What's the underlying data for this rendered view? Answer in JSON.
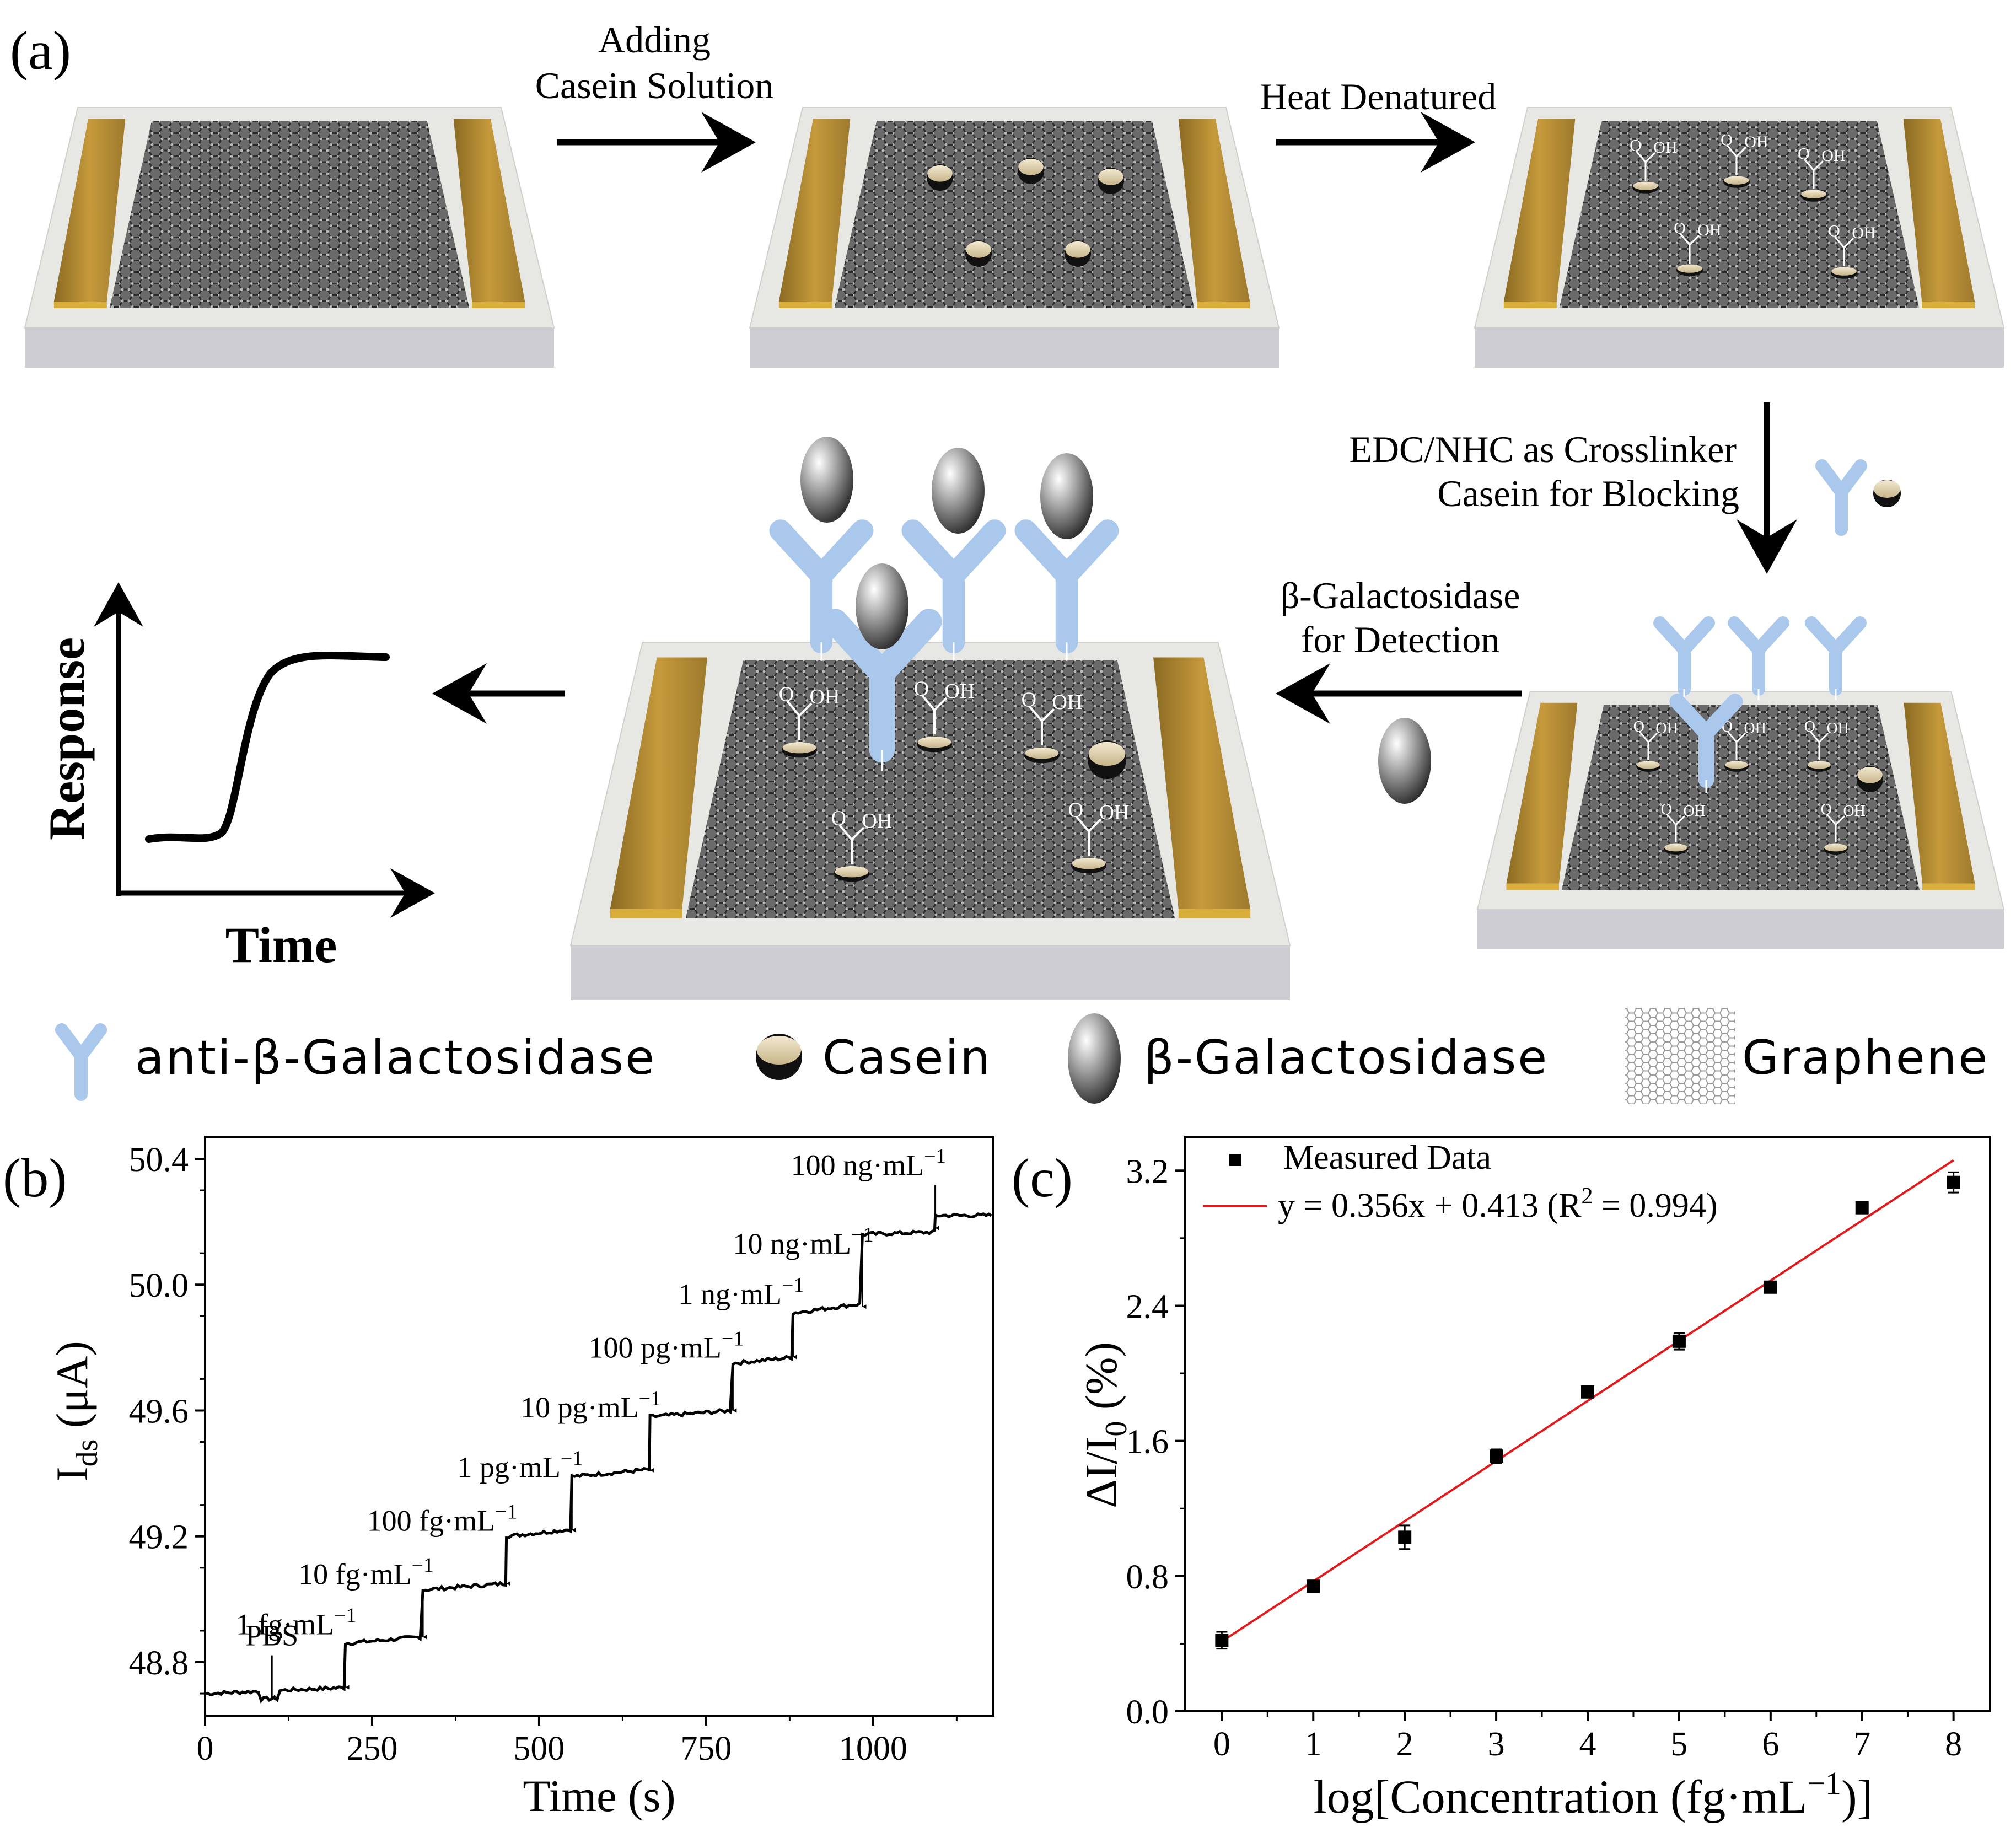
{
  "panel_a": {
    "label": "(a)",
    "step1_line1": "Adding",
    "step1_line2": "Casein Solution",
    "step2": "Heat Denatured",
    "step3_line1": "EDC/NHC as Crosslinker",
    "step3_line2": "Casein for Blocking",
    "step4_line1": "β-Galactosidase",
    "step4_line2": "for Detection",
    "response_axis": "Response",
    "time_axis": "Time",
    "cooh_o": "O",
    "cooh_oh": "OH"
  },
  "legend": {
    "antibody": "anti-β-Galactosidase",
    "casein": "Casein",
    "galactosidase": "β-Galactosidase",
    "graphene": "Graphene"
  },
  "colors": {
    "antibody": "#a9c8ec",
    "electrode": "#b48a2e",
    "substrate": "#e7e7e4",
    "graphene": "#4d4d4d",
    "fit_line": "#e3191c",
    "casein_cap": "#e3d3b0"
  },
  "chart_data": [
    {
      "panel": "(b)",
      "type": "line",
      "xlabel": "Time (s)",
      "ylabel_main": "I",
      "ylabel_sub": "ds",
      "ylabel_unit": " (μA)",
      "xlim": [
        0,
        1180
      ],
      "ylim": [
        48.63,
        50.47
      ],
      "xticks": [
        0,
        250,
        500,
        750,
        1000
      ],
      "yticks": [
        "48.8",
        "49.2",
        "49.6",
        "50.0",
        "50.4"
      ],
      "steps": [
        {
          "t": 0,
          "level": 48.7
        },
        {
          "t": 210,
          "level": 48.86
        },
        {
          "t": 326,
          "level": 49.03
        },
        {
          "t": 451,
          "level": 49.2
        },
        {
          "t": 549,
          "level": 49.39
        },
        {
          "t": 666,
          "level": 49.58
        },
        {
          "t": 790,
          "level": 49.75
        },
        {
          "t": 880,
          "level": 49.91
        },
        {
          "t": 984,
          "level": 50.16
        },
        {
          "t": 1093,
          "level": 50.22
        }
      ],
      "annotations": [
        {
          "text": "PBS",
          "t": 100
        },
        {
          "text": "1 fg·mL",
          "t": 210
        },
        {
          "text": "10 fg·mL",
          "t": 326
        },
        {
          "text": "100 fg·mL",
          "t": 451
        },
        {
          "text": "1 pg·mL",
          "t": 549
        },
        {
          "text": "10 pg·mL",
          "t": 666
        },
        {
          "text": "100 pg·mL",
          "t": 790
        },
        {
          "text": "1 ng·mL",
          "t": 880
        },
        {
          "text": "10 ng·mL",
          "t": 984
        },
        {
          "text": "100 ng·mL",
          "t": 1093
        }
      ],
      "unit_superscript": "−1"
    },
    {
      "panel": "(c)",
      "type": "scatter",
      "xlabel": "log[Concentration (fg·mL",
      "xlabel_sup": "−1",
      "xlabel_end": ")]",
      "ylabel_main": "ΔI/I",
      "ylabel_sub": "0",
      "ylabel_unit": " (%)",
      "xlim": [
        -0.4,
        8.4
      ],
      "ylim": [
        0,
        3.4
      ],
      "xticks": [
        "0",
        "1",
        "2",
        "3",
        "4",
        "5",
        "6",
        "7",
        "8"
      ],
      "yticks": [
        "0.0",
        "0.8",
        "1.6",
        "2.4",
        "3.2"
      ],
      "series": [
        {
          "name": "Measured Data",
          "x": [
            0,
            1,
            2,
            3,
            4,
            5,
            6,
            7,
            8
          ],
          "y": [
            0.42,
            0.74,
            1.03,
            1.51,
            1.89,
            2.19,
            2.51,
            2.98,
            3.13
          ],
          "err": [
            0.05,
            0.03,
            0.07,
            0.04,
            0.03,
            0.05,
            0.03,
            0.03,
            0.06
          ]
        }
      ],
      "fit": {
        "label": "y = 0.356x + 0.413 (R",
        "label_sup": "2",
        "label_end": " = 0.994)",
        "slope": 0.356,
        "intercept": 0.413
      }
    }
  ]
}
